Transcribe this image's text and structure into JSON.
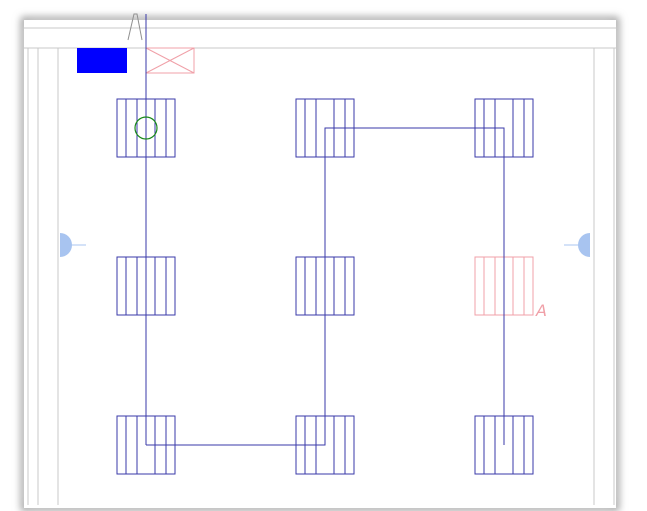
{
  "canvas": {
    "background": "#ffffff",
    "plan_line_color": "#3a3aa8",
    "wall_line_color": "#c8c8c8",
    "highlight_fill": "#0000ff",
    "inactive_color": "#f0a0a8",
    "marker_color": "#a8c4f0",
    "circle_color": "#1a8a1a"
  },
  "elements": {
    "blue_block": "solid-blue-block",
    "crossed_box": "crossed-box-symbol",
    "circle_marker": "circle-symbol",
    "left_marker": "half-circle-marker-left",
    "right_marker": "half-circle-marker-right",
    "label_a": "A"
  },
  "grid": {
    "rows": 3,
    "columns": 3,
    "inactive_cell": {
      "row": 2,
      "column": 3
    }
  }
}
